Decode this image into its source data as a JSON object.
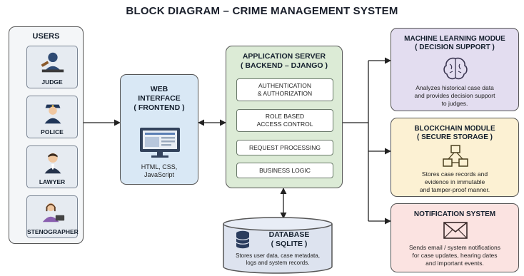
{
  "title": "BLOCK DIAGRAM – CRIME MANAGEMENT SYSTEM",
  "users": {
    "heading": "USERS",
    "items": [
      {
        "label": "JUDGE",
        "icon": "judge-icon"
      },
      {
        "label": "POLICE",
        "icon": "police-icon"
      },
      {
        "label": "LAWYER",
        "icon": "lawyer-icon"
      },
      {
        "label": "STENOGRAPHER",
        "icon": "stenographer-icon"
      }
    ]
  },
  "web": {
    "heading_line1": "WEB",
    "heading_line2": "INTERFACE",
    "heading_line3": "( FRONTEND )",
    "tech_line1": "HTML, CSS,",
    "tech_line2": "JavaScript",
    "icon": "monitor-icon"
  },
  "app": {
    "heading_line1": "APPLICATION SERVER",
    "heading_line2": "( BACKEND – DJANGO )",
    "modules": [
      {
        "line1": "AUTHENTICATION",
        "line2": "& AUTHORIZATION"
      },
      {
        "line1": "ROLE BASED",
        "line2": "ACCESS CONTROL"
      },
      {
        "line1": "REQUEST PROCESSING",
        "line2": ""
      },
      {
        "line1": "BUSINESS LOGIC",
        "line2": ""
      }
    ]
  },
  "db": {
    "heading_line1": "DATABASE",
    "heading_line2": "( SQLITE )",
    "desc_line1": "Stores user data, case metadata,",
    "desc_line2": "logs and system records.",
    "icon": "database-icon"
  },
  "ml": {
    "heading_line1": "MACHINE LEARNING MODUE",
    "heading_line2": "( DECISION SUPPORT )",
    "desc_line1": "Analyzes historical case data",
    "desc_line2": "and provides decision support",
    "desc_line3": "to judges.",
    "icon": "brain-icon"
  },
  "blockchain": {
    "heading_line1": "BLOCKCHAIN MODULE",
    "heading_line2": "( SECURE STORAGE )",
    "desc_line1": "Stores case records and",
    "desc_line2": "evidence in immutable",
    "desc_line3": "and tamper-proof manner.",
    "icon": "blocks-icon"
  },
  "notify": {
    "heading_line1": "NOTIFICATION SYSTEM",
    "desc_line1": "Sends email / system notifications",
    "desc_line2": "for case updates, hearing dates",
    "desc_line3": "and important events.",
    "icon": "envelope-icon"
  },
  "colors": {
    "users_bg": "#f4f6f8",
    "web_bg": "#d9e8f5",
    "app_bg": "#dcebd6",
    "db_bg": "#dde3ef",
    "ml_bg": "#e3ddf0",
    "blockchain_bg": "#fcf1d3",
    "notify_bg": "#fbe3e1"
  }
}
